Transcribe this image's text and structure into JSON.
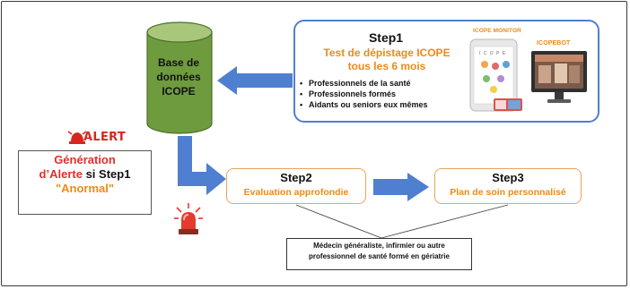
{
  "database": {
    "label_line1": "Base de",
    "label_line2": "données",
    "label_line3": "ICOPE"
  },
  "step1": {
    "title": "Step1",
    "subtitle_line1": "Test de dépistage ICOPE",
    "subtitle_line2": "tous les 6 mois",
    "bullets": [
      "Professionnels de la santé",
      "Professionnels formés",
      "Aidants ou seniors eux mêmes"
    ],
    "image_label_monitor": "ICOPE MONITOR",
    "image_label_bot": "ICOPEBOT",
    "app_logo_text": "I C O P E"
  },
  "step2": {
    "title": "Step2",
    "subtitle": "Evaluation approfondie"
  },
  "step3": {
    "title": "Step3",
    "subtitle": "Plan de soin personnalisé"
  },
  "alert": {
    "logo_text": "ALERT",
    "line1": "Génération",
    "line2_red": "d’Alerte",
    "line2_black": "si Step1",
    "line3": "\"Anormal\""
  },
  "practitioners": {
    "line1": "Médecin généraliste, infirmier ou autre",
    "line2": "professionnel de santé formé en gériatrie"
  },
  "colors": {
    "accent_orange": "#ee8a16",
    "cylinder_green": "#6f9b3f",
    "cylinder_light": "#a9c77a",
    "arrow_blue": "#4f7fd0",
    "alert_red": "#d7261e"
  }
}
